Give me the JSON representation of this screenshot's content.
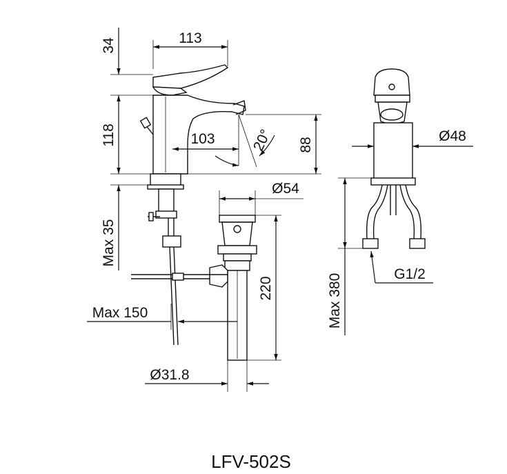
{
  "drawing": {
    "model": "LFV-502S",
    "dimensions": {
      "handle_height": "34",
      "body_width": "113",
      "body_height": "118",
      "spout_reach": "103",
      "spout_angle": "20°",
      "spout_height": "88",
      "deck_thickness": "Max 35",
      "drain_diameter": "Ø54",
      "drain_length": "220",
      "rod_reach": "Max 150",
      "tail_diameter": "Ø31.8",
      "body_diameter": "Ø48",
      "hose_length": "Max 380",
      "thread": "G1/2"
    }
  }
}
